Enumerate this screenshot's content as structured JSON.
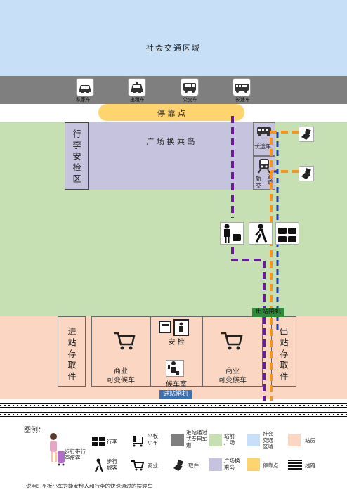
{
  "zones": {
    "social_traffic": "社会交通区域",
    "stop_point": "停 靠 点",
    "plaza_island": "广 场 换 乘 岛",
    "luggage_check": "行李安检区",
    "long_bus": "长途车",
    "rail": "轨交",
    "channel": "通道",
    "exit_gate": "出站闸机",
    "enter_gate": "进站闸机",
    "enter_luggage": "进站存取件",
    "exit_luggage": "出站存取件",
    "commerce_left": "商业\n可变候车",
    "commerce_right": "商业\n可变候车",
    "security": "安  检",
    "waiting_room": "候车室"
  },
  "vehicles": [
    {
      "label": "私家车",
      "icon": "car-icon"
    },
    {
      "label": "出租车",
      "icon": "taxi-icon"
    },
    {
      "label": "公交车",
      "icon": "bus-icon"
    },
    {
      "label": "长途车",
      "icon": "coach-icon"
    }
  ],
  "legend": {
    "title": "图例：",
    "traveler": "步行带行李旅客",
    "luggage": "行李",
    "cart": "平板小车",
    "dedicated_lane": "进站通过式专用车道",
    "plaza": "站前广场",
    "social_area": "社会交通区域",
    "station_room": "站房",
    "walker": "步行旅客",
    "commerce": "商业",
    "pickup": "取件",
    "plaza_island": "广场换乘岛",
    "stop_point": "停靠点",
    "track": "线路"
  },
  "note": "说明：平板小车为能安检人和行李的快速通过的摆渡车",
  "colors": {
    "sky": "#c7e0f8",
    "road": "#7f7f7f",
    "plaza": "#c6e0b4",
    "island": "#c5c3dd",
    "station": "#fbd6c2",
    "stop": "#fdd46d",
    "purple": "#6a1b9a",
    "orange": "#f7941d",
    "blue": "#1f3fae",
    "gate": "#2e8b3a"
  }
}
